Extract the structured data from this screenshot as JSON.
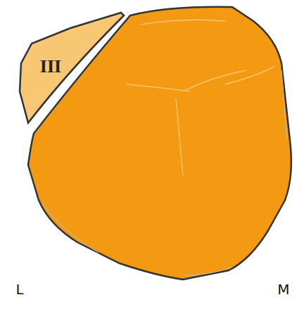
{
  "diagram": {
    "nodes": [
      {
        "text": [
          "III"
        ]
      }
    ],
    "labels": [
      "L",
      "M"
    ]
  }
}
